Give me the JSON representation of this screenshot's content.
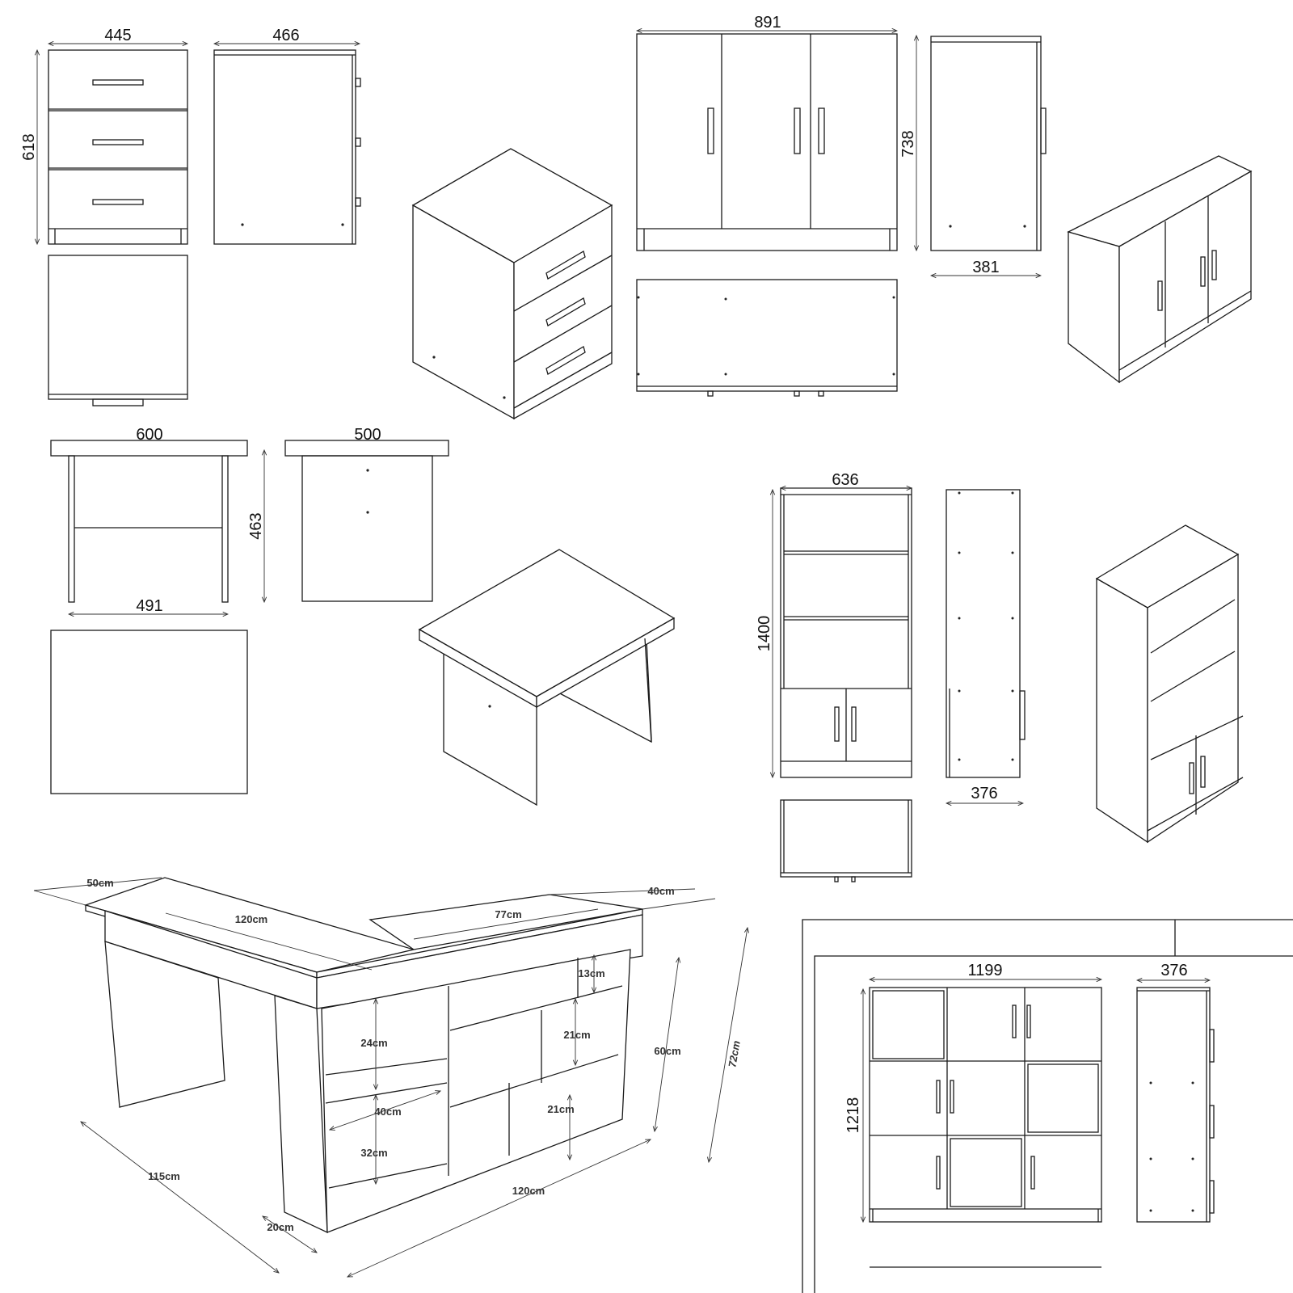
{
  "drawer_cabinet": {
    "width": "445",
    "depth": "466",
    "height": "618"
  },
  "cupboard": {
    "width": "891",
    "height": "738",
    "depth": "381"
  },
  "table": {
    "width": "600",
    "depth": "500",
    "height": "463",
    "inner_width": "491"
  },
  "bookcase": {
    "width": "636",
    "height": "1400",
    "depth": "376"
  },
  "l_desk": {
    "labels": [
      "50cm",
      "40cm",
      "120cm",
      "77cm",
      "13cm",
      "24cm",
      "21cm",
      "60cm",
      "72cm",
      "40cm",
      "21cm",
      "32cm",
      "115cm",
      "120cm",
      "20cm"
    ]
  },
  "cube_cabinet": {
    "width": "1199",
    "height": "1218",
    "depth": "376"
  }
}
